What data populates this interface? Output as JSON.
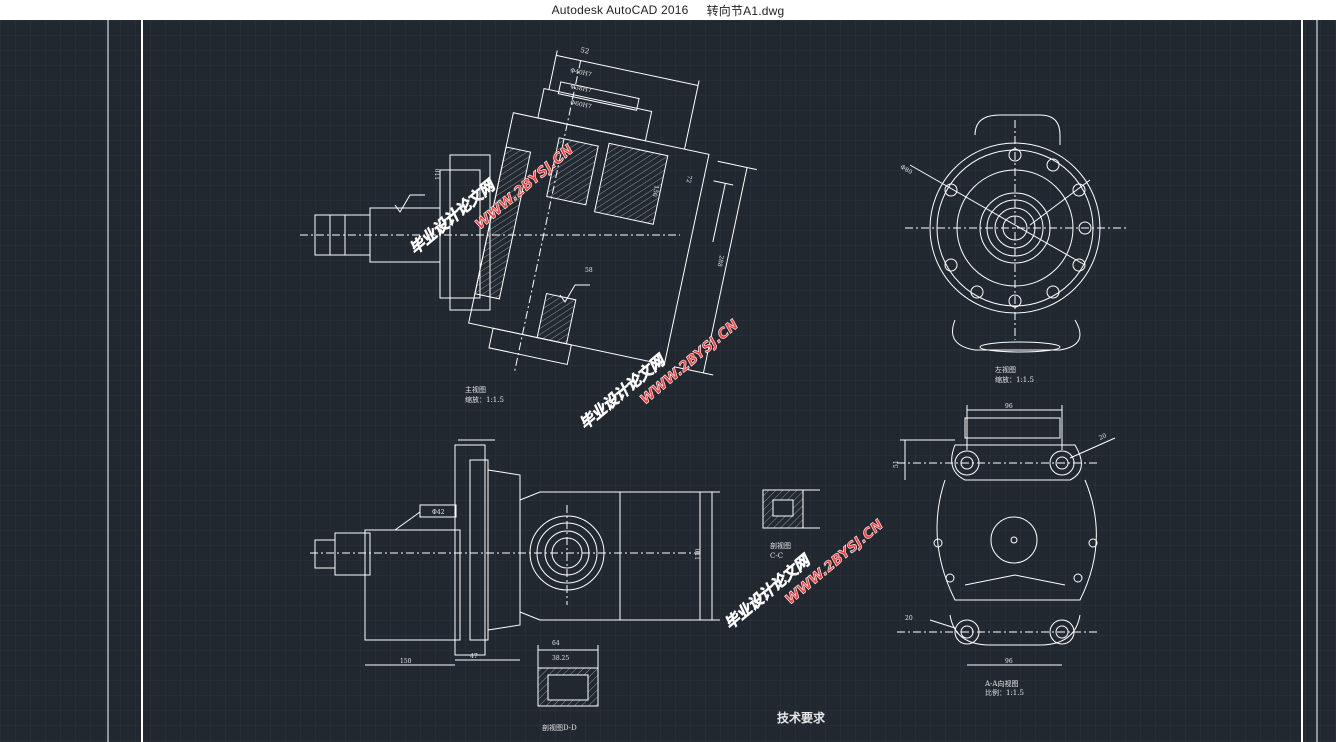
{
  "window": {
    "app_title": "Autodesk AutoCAD 2016",
    "file_name": "转向节A1.dwg"
  },
  "views": {
    "main": {
      "name": "主视图",
      "scale": "缩放：1:1.5"
    },
    "left": {
      "name": "左视图",
      "scale": "缩放：1:1.5"
    },
    "section_cc": {
      "name": "剖视图",
      "label": "C-C"
    },
    "section_dd": {
      "name": "剖视图D-D"
    },
    "view_aa": {
      "name": "A-A向视图",
      "scale": "比例：1:1.5"
    }
  },
  "tech_requirements": {
    "title": "技术要求"
  },
  "watermark": {
    "cn": "毕业设计论文网",
    "url": "WWW.2BYSJ.CN"
  },
  "dims": {
    "d52": "52",
    "d40": "Φ40H7",
    "d38": "Φ38H7",
    "d60": "Φ60H7",
    "d72": "72",
    "d288": "288",
    "d150": "150",
    "d110": "110",
    "d47": "47",
    "d64": "64",
    "d58": "58",
    "d42": "Φ42",
    "d38b": "38.25",
    "d96": "96",
    "d51": "51",
    "d80": "Φ80",
    "d28": "28",
    "d180": "180",
    "d20": "20"
  },
  "colors": {
    "background": "#212830",
    "lines": "#ffffff",
    "grid": "#2c3440",
    "watermark": "#ff3b3b"
  }
}
